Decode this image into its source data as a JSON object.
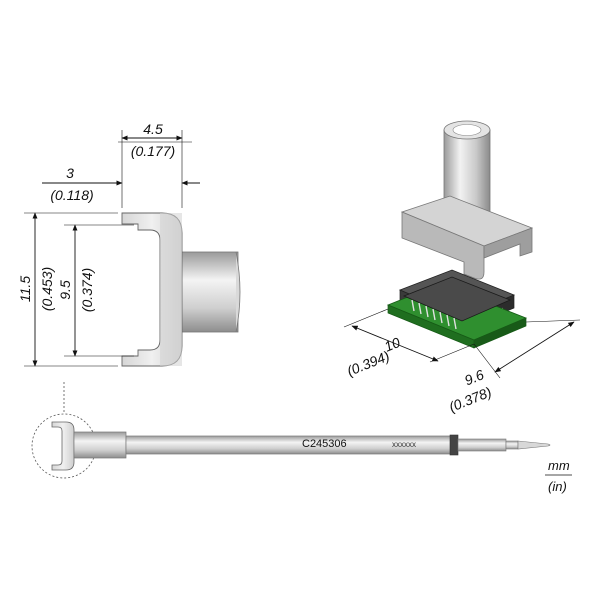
{
  "dimensions": {
    "width_top": {
      "mm": "4.5",
      "in": "(0.177)"
    },
    "width_left": {
      "mm": "3",
      "in": "(0.118)"
    },
    "height_outer": {
      "mm": "11.5",
      "in": "(0.453)"
    },
    "height_inner": {
      "mm": "9.5",
      "in": "(0.374)"
    },
    "chip_depth": {
      "mm": "10",
      "in": "(0.394)"
    },
    "chip_width": {
      "mm": "9.6",
      "in": "(0.378)"
    }
  },
  "tip": {
    "part_number": "C245306",
    "marking": "xxxxxx"
  },
  "units": {
    "primary": "mm",
    "secondary": "(in)"
  },
  "colors": {
    "tip_gray": "#c8c8c8",
    "tip_light": "#ebebeb",
    "pcb_green": "#2f8f2f",
    "chip_dark": "#3a3a3a"
  }
}
